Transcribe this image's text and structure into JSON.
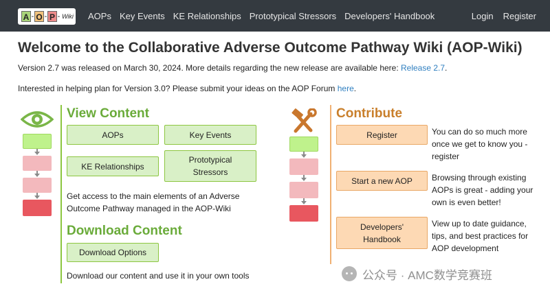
{
  "navbar": {
    "logo": {
      "letters": [
        "A",
        "O",
        "P"
      ],
      "dash": "-",
      "suffix": "Wiki",
      "letter_colors": [
        "#a9d47a",
        "#f1c27d",
        "#ec8a8a"
      ]
    },
    "links": [
      "AOPs",
      "Key Events",
      "KE Relationships",
      "Prototypical Stressors",
      "Developers' Handbook"
    ],
    "login": "Login",
    "register": "Register"
  },
  "page": {
    "title": "Welcome to the Collaborative Adverse Outcome Pathway Wiki (AOP-Wiki)",
    "version_text": "Version 2.7 was released on March 30, 2024. More details regarding the new release are available here: ",
    "version_link": "Release 2.7",
    "version_end": ".",
    "forum_text": "Interested in helping plan for Version 3.0? Please submit your ideas on the AOP Forum ",
    "forum_link": "here",
    "forum_end": "."
  },
  "view_content": {
    "title": "View Content",
    "buttons": {
      "aops": "AOPs",
      "key_events": "Key Events",
      "ke_relationships": "KE Relationships",
      "stressors": "Prototypical Stressors"
    },
    "description": "Get access to the main elements of an Adverse Outcome Pathway managed in the AOP-Wiki"
  },
  "download_content": {
    "title": "Download Content",
    "button": "Download Options",
    "description": "Download our content and use it in your own tools"
  },
  "contribute": {
    "title": "Contribute",
    "items": [
      {
        "button": "Register",
        "description": "You can do so much more once we get to know you - register"
      },
      {
        "button": "Start a new AOP",
        "description": "Browsing through existing AOPs is great - adding your own is even better!"
      },
      {
        "button": "Developers' Handbook",
        "description": "View up to date guidance, tips, and best practices for AOP development"
      }
    ]
  },
  "watermark": {
    "text": "公众号 · AMC数学竞赛班",
    "icon": "wechat-icon"
  },
  "colors": {
    "navbar": "#343a40",
    "green_accent": "#6aab3a",
    "green_button": "#d9f0c7",
    "orange_accent": "#c97f2b",
    "orange_button": "#fdd9b4",
    "link": "#2f7fc0"
  }
}
